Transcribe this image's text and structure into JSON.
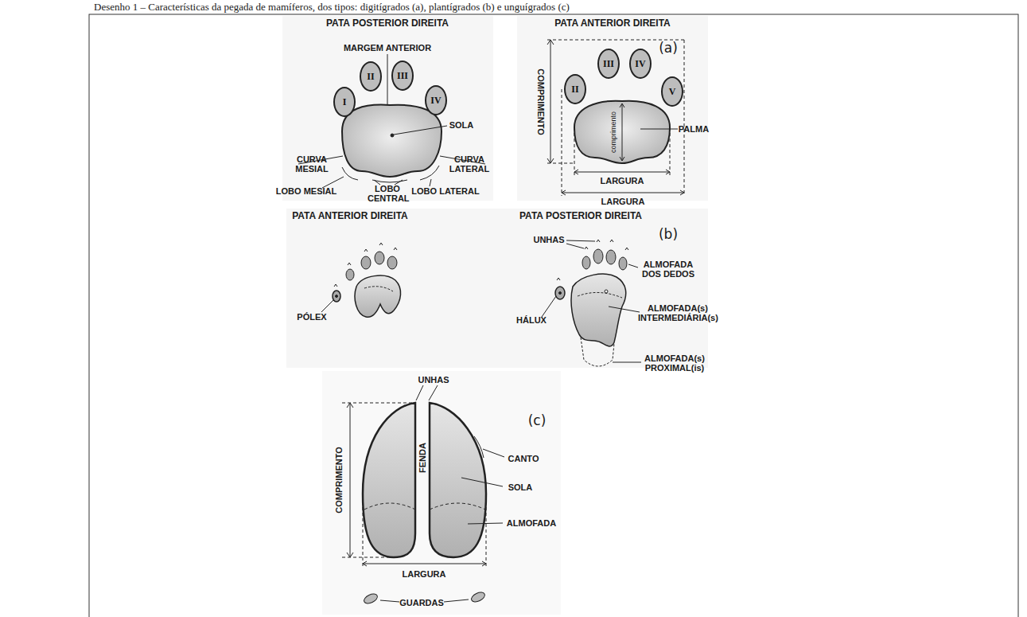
{
  "diagram": {
    "title": "Desenho 1 – Características da pegada de mamíferos, dos tipos: digitígrados (a), plantígrados (b) e unguígrados (c)",
    "nodes": [
      {
        "text": [
          "I"
        ]
      },
      {
        "text": [
          "II"
        ]
      },
      {
        "text": [
          "III"
        ]
      },
      {
        "text": [
          "IV"
        ]
      },
      {
        "text": [
          "III"
        ]
      },
      {
        "text": [
          "IV"
        ]
      },
      {
        "text": [
          "II"
        ]
      },
      {
        "text": [
          "V"
        ]
      }
    ],
    "labels": [
      "PATA POSTERIOR DIREITA",
      "MARGEM ANTERIOR",
      "SOLA",
      "CURVA MESIAL",
      "CURVA LATERAL",
      "LOBO MESIAL",
      "LOBO CENTRAL",
      "LOBO LATERAL",
      "PATA ANTERIOR DIREITA",
      "(a)",
      "COMPRIMENTO",
      "comprimento",
      "PALMA",
      "LARGURA",
      "LARGURA",
      "PATA ANTERIOR DIREITA",
      "PATA POSTERIOR DIREITA",
      "(b)",
      "UNHAS",
      "ALMOFADA DOS DEDOS",
      "PÓLEX",
      "HÁLUX",
      "ALMOFADA(s) INTERMEDIÁRIA(s)",
      "ALMOFADA(s) PROXIMAL(is)",
      "UNHAS",
      "(c)",
      "COMPRIMENTO",
      "FENDA",
      "CANTO",
      "SOLA",
      "ALMOFADA",
      "LARGURA",
      "GUARDAS"
    ]
  }
}
